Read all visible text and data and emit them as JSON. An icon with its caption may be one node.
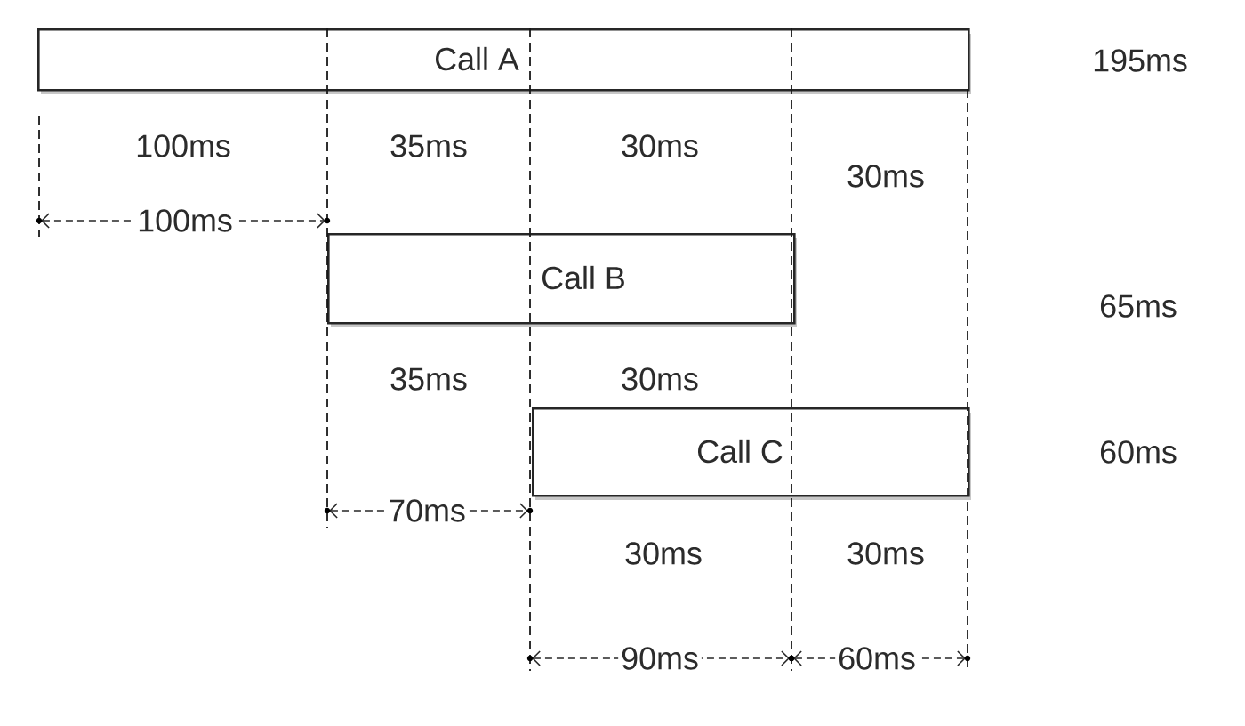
{
  "diagram": {
    "nodes": [
      {
        "text": [
          "Call A"
        ]
      },
      {
        "text": [
          "Call B"
        ]
      },
      {
        "text": [
          "Call C"
        ]
      }
    ],
    "labels": [
      "195ms",
      "100ms",
      "35ms",
      "30ms",
      "30ms",
      "100ms",
      "65ms",
      "35ms",
      "30ms",
      "60ms",
      "70ms",
      "30ms",
      "30ms",
      "90ms",
      "60ms"
    ]
  }
}
